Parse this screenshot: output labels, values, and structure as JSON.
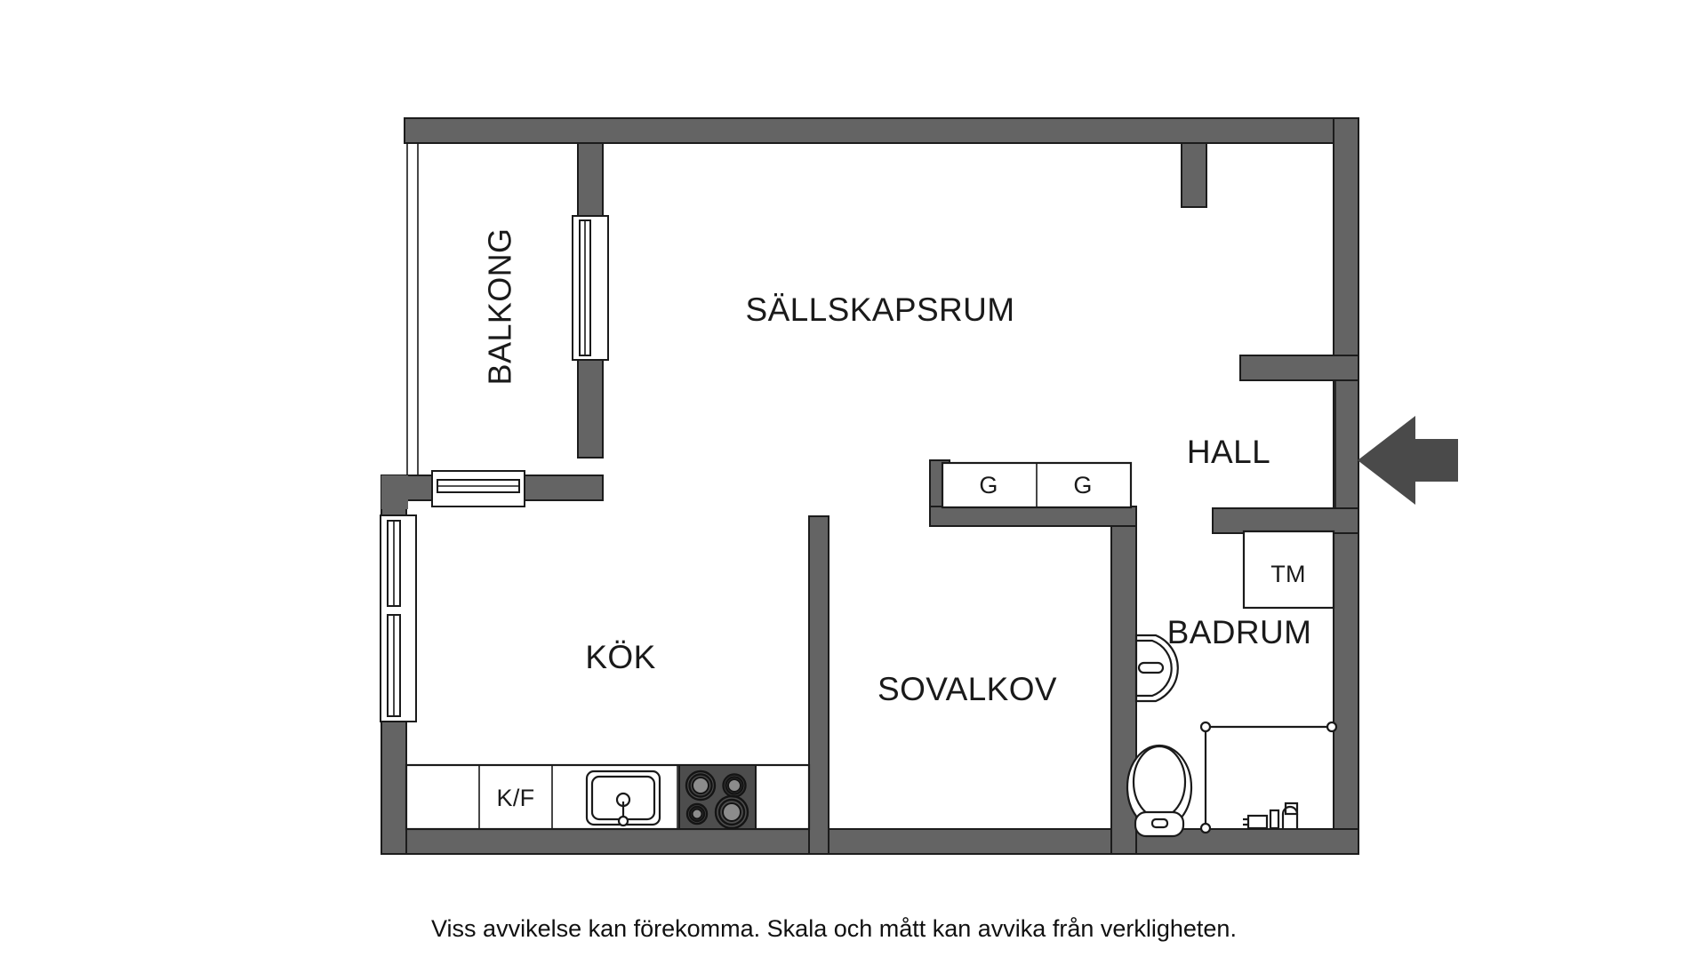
{
  "document": {
    "type": "floor-plan",
    "language": "sv",
    "caption": "Viss avvikelse kan förekomma. Skala och mått kan avvika från verkligheten."
  },
  "colors": {
    "wall_fill": "#646464",
    "wall_stroke": "#1c1c1c",
    "background": "#ffffff",
    "text": "#1a1a1a",
    "hob_fill": "#4d4d4d",
    "arrow_fill": "#4a4a4a"
  },
  "rooms": [
    {
      "id": "balkong",
      "label": "BALKONG",
      "orientation": "vertical"
    },
    {
      "id": "sallskapsrum",
      "label": "SÄLLSKAPSRUM",
      "orientation": "horizontal"
    },
    {
      "id": "kok",
      "label": "KÖK",
      "orientation": "horizontal"
    },
    {
      "id": "sovalkov",
      "label": "SOVALKOV",
      "orientation": "horizontal"
    },
    {
      "id": "hall",
      "label": "HALL",
      "orientation": "horizontal"
    },
    {
      "id": "badrum",
      "label": "BADRUM",
      "orientation": "horizontal"
    }
  ],
  "fixtures": [
    {
      "id": "kitchen-fridge-freezer",
      "label": "K/F",
      "room": "kok",
      "kind": "appliance-box"
    },
    {
      "id": "kitchen-sink",
      "label": "",
      "room": "kok",
      "kind": "sink"
    },
    {
      "id": "kitchen-hob",
      "label": "",
      "room": "kok",
      "kind": "cooktop",
      "burners": 4
    },
    {
      "id": "wardrobe-left",
      "label": "G",
      "room": "sovalkov",
      "kind": "wardrobe"
    },
    {
      "id": "wardrobe-right",
      "label": "G",
      "room": "sovalkov",
      "kind": "wardrobe"
    },
    {
      "id": "washing-machine",
      "label": "TM",
      "room": "badrum",
      "kind": "appliance-box"
    },
    {
      "id": "bathroom-basin",
      "label": "",
      "room": "badrum",
      "kind": "wash-basin"
    },
    {
      "id": "bathroom-toilet",
      "label": "",
      "room": "badrum",
      "kind": "toilet"
    },
    {
      "id": "shower-rail",
      "label": "",
      "room": "badrum",
      "kind": "shower-curtain-rail"
    },
    {
      "id": "shower-mixer",
      "label": "",
      "room": "badrum",
      "kind": "shower-mixer"
    }
  ],
  "openings": [
    {
      "id": "balcony-door",
      "kind": "door-window",
      "orientation": "vertical"
    },
    {
      "id": "balcony-window",
      "kind": "window",
      "orientation": "horizontal"
    },
    {
      "id": "kitchen-window",
      "kind": "window",
      "orientation": "vertical"
    },
    {
      "id": "entrance",
      "kind": "entry-arrow",
      "orientation": "horizontal"
    }
  ]
}
